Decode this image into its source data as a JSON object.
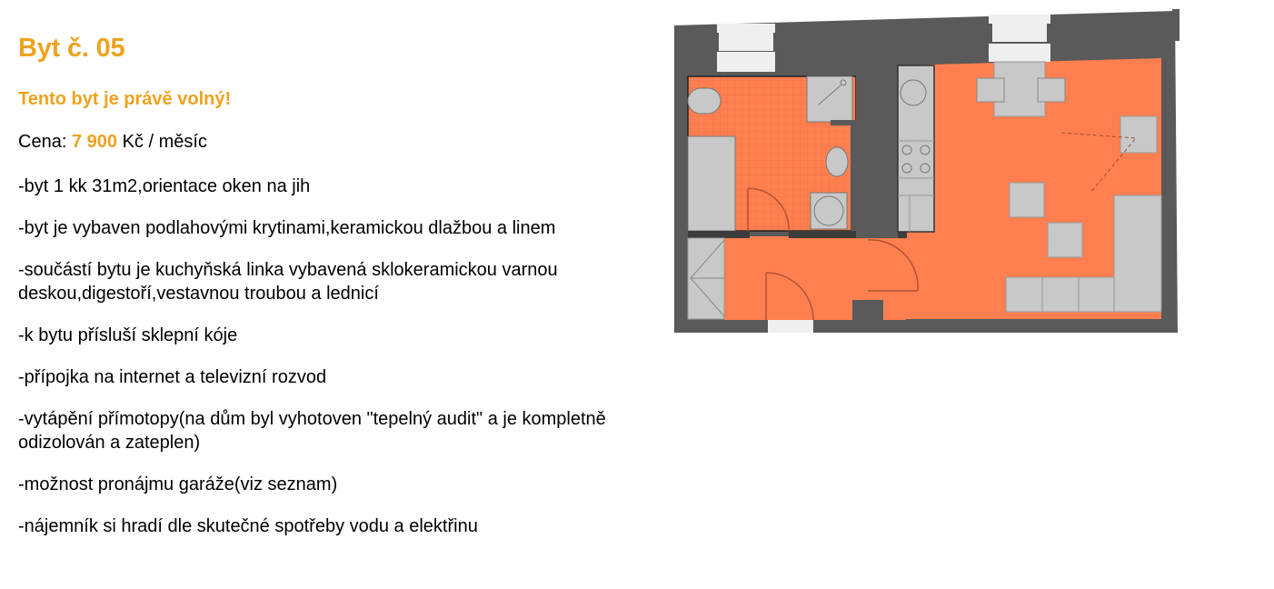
{
  "apartment": {
    "title": "Byt č. 05",
    "status": "Tento byt je právě volný!",
    "price": {
      "label": "Cena:",
      "amount": "7 900",
      "unit": "Kč / měsíc"
    },
    "features": [
      "-byt 1 kk 31m2,orientace oken na jih",
      "-byt je vybaven podlahovými krytinami,keramickou dlažbou a linem",
      "-součástí bytu je kuchyňská linka vybavená sklokeramickou varnou deskou,digestoří,vestavnou troubou a lednicí",
      "-k bytu přísluší sklepní kóje",
      "-přípojka na internet a televizní rozvod",
      "-vytápění přímotopy(na dům byl vyhotoven \"tepelný audit\" a je kompletně odizolován a zateplen)",
      "-možnost pronájmu garáže(viz seznam)",
      "-nájemník si hradí dle skutečné spotřeby vodu a elektřinu"
    ]
  },
  "floor_plan": {
    "colors": {
      "wall": "#5A5A5A",
      "floor": "#FF7F50",
      "fixture": "#C8C8C8",
      "window": "#EFEFEF",
      "accent_text": "#EDA21F"
    }
  }
}
